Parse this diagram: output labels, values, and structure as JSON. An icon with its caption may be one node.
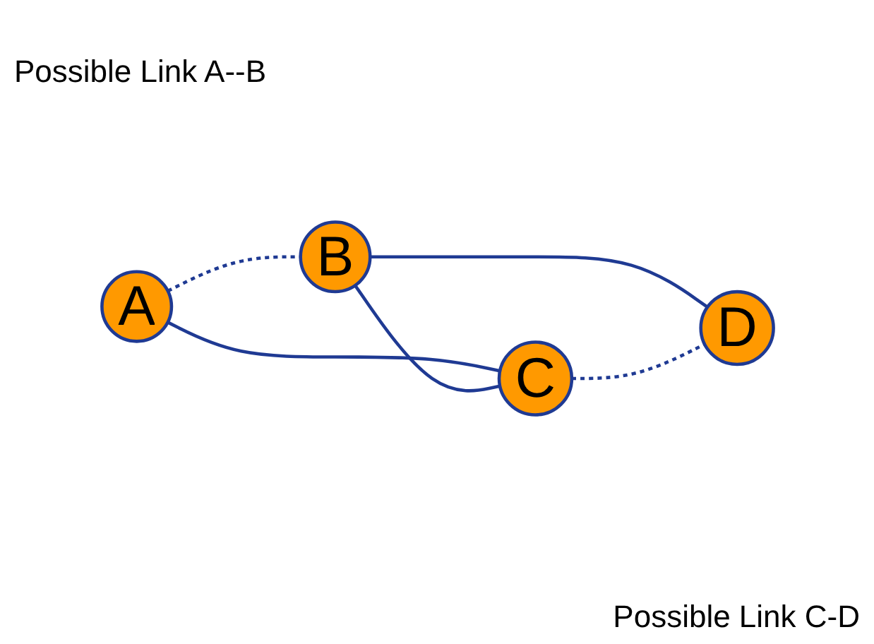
{
  "diagram": {
    "nodes": [
      {
        "text": [
          "A"
        ]
      },
      {
        "text": [
          "B"
        ]
      },
      {
        "text": [
          "C"
        ]
      },
      {
        "text": [
          "D"
        ]
      }
    ],
    "edges": [
      {
        "from": 0,
        "to": 1,
        "arrow": "none",
        "style": "dashed"
      },
      {
        "from": 0,
        "to": 2,
        "arrow": "none"
      },
      {
        "from": 1,
        "to": 2,
        "arrow": "none"
      },
      {
        "from": 1,
        "to": 3,
        "arrow": "none"
      },
      {
        "from": 2,
        "to": 3,
        "arrow": "none",
        "style": "dashed"
      }
    ],
    "labels": [
      "Possible Link A--B",
      "Possible Link C-D"
    ]
  }
}
